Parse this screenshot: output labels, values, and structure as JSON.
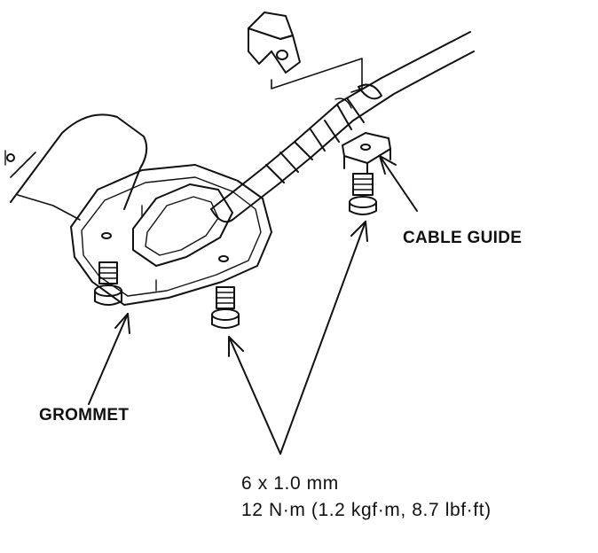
{
  "labels": {
    "cable_guide": "CABLE GUIDE",
    "grommet": "GROMMET",
    "bolt_size": "6 x 1.0 mm",
    "torque": "12 N·m (1.2 kgf·m, 8.7 lbf·ft)"
  },
  "colors": {
    "line": "#111111",
    "background": "#ffffff"
  }
}
